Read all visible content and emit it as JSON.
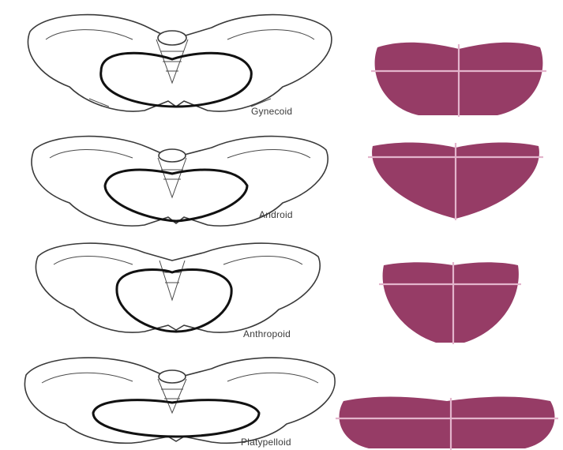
{
  "pelvis_types": [
    {
      "label": "Gynecoid",
      "inlet_shape": "round",
      "accent": "#963c66"
    },
    {
      "label": "Android",
      "inlet_shape": "heart",
      "accent": "#963c66"
    },
    {
      "label": "Anthropoid",
      "inlet_shape": "long-oval",
      "accent": "#963c66"
    },
    {
      "label": "Platypelloid",
      "inlet_shape": "flat-oval",
      "accent": "#963c66"
    }
  ],
  "colors": {
    "inlet_fill": "#963c66",
    "inlet_axis": "#e3b4cc",
    "outline": "#3a3a3a",
    "background": "#ffffff"
  }
}
